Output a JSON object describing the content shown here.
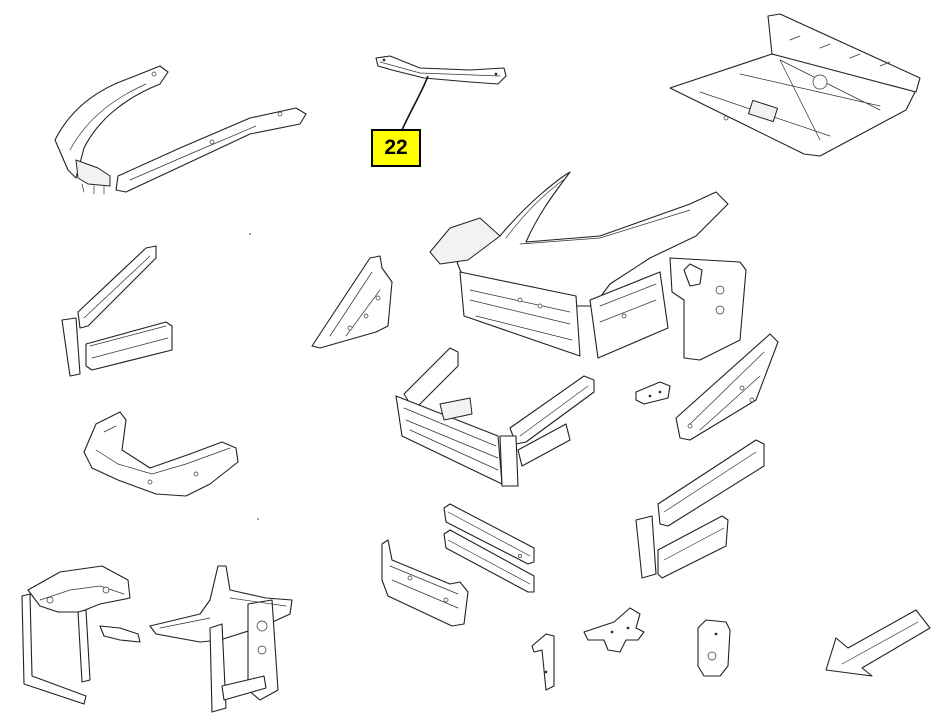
{
  "callout": {
    "label": "22",
    "fill": "#ffff00",
    "border": "#000000"
  },
  "highlighted_part": "roof-crossmember",
  "parts": [
    "front-wheelarch-panel",
    "roof-crossmember",
    "floor-pan",
    "front-body-shell",
    "inner-sill-set",
    "windscreen-pillar-gusset",
    "front-subframe",
    "front-valance",
    "rocker-reinforcement",
    "door-post-bracket",
    "rear-suspension-tower-left",
    "rear-suspension-tower-right",
    "sill-strips",
    "inner-panel",
    "support-bracket",
    "mount-bracket",
    "damper-mount",
    "small-plate",
    "rear-sill-set",
    "inner-wing-brace"
  ],
  "direction_arrow": "down-left"
}
